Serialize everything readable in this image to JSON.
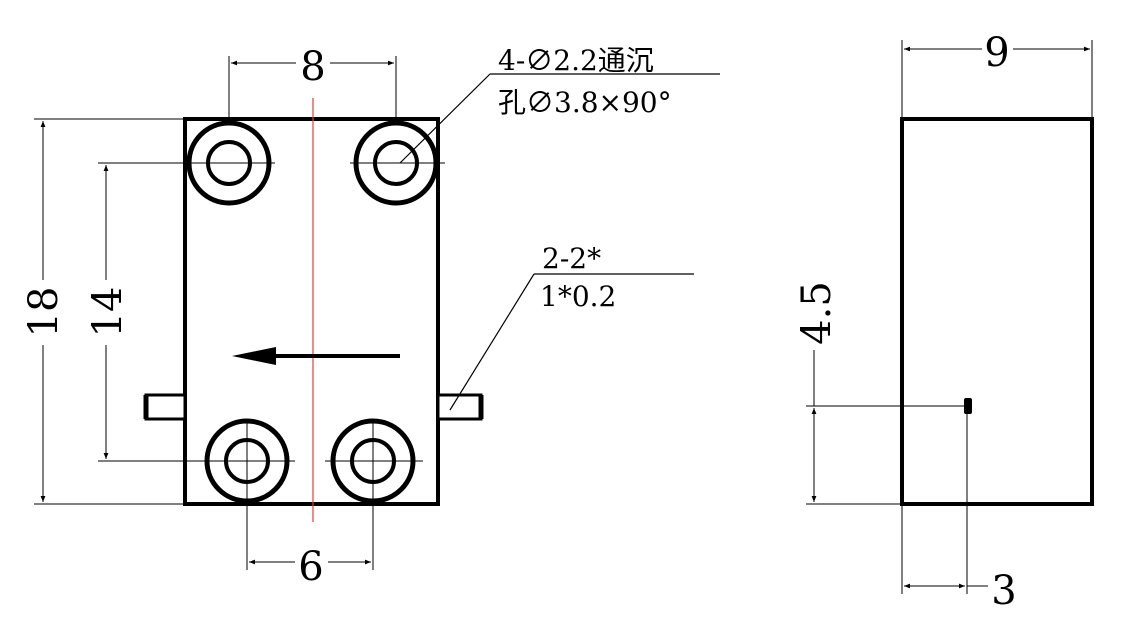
{
  "front_view": {
    "dimensions": {
      "top_hole_spacing": "8",
      "bottom_hole_spacing": "6",
      "overall_height": "18",
      "hole_vertical_spacing": "14"
    },
    "hole_callout": {
      "line1": "4-∅2.2通沉",
      "line2": "孔∅3.8×90°"
    },
    "pin_callout": {
      "line1": "2-2*",
      "line2": "1*0.2"
    }
  },
  "side_view": {
    "dimensions": {
      "width": "9",
      "pin_height": "4.5",
      "pin_offset": "3"
    }
  },
  "colors": {
    "line": "#000000",
    "centerline": "#e04040",
    "background": "#ffffff"
  }
}
